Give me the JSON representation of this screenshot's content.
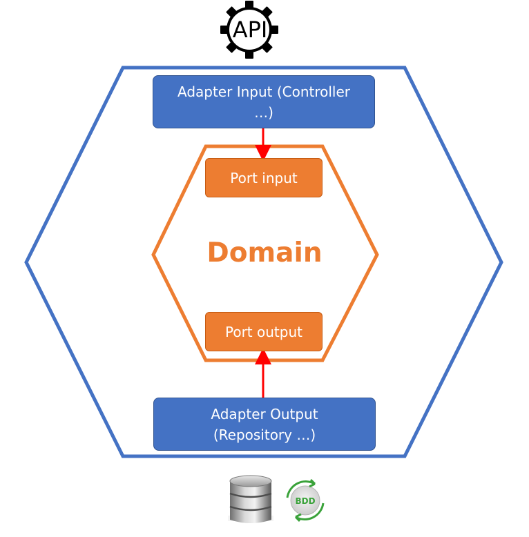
{
  "api_icon": {
    "label": "API",
    "icon": "gear-api-icon"
  },
  "adapter_input": {
    "line1": "Adapter Input (Controller",
    "line2": "…)"
  },
  "port_input": {
    "label": "Port input"
  },
  "domain": {
    "label": "Domain"
  },
  "port_output": {
    "label": "Port output"
  },
  "adapter_output": {
    "line1": "Adapter Output",
    "line2": "(Repository …)"
  },
  "footer_icons": {
    "database": "database-icon",
    "bdd": {
      "icon": "bdd-cycle-icon",
      "label": "BDD"
    }
  },
  "colors": {
    "outer_hexagon": "#4472c4",
    "inner_hexagon": "#ed7d31",
    "adapter_fill": "#4472c4",
    "port_fill": "#ed7d31",
    "arrow": "#ff0000",
    "bdd_green": "#3aa23a"
  }
}
